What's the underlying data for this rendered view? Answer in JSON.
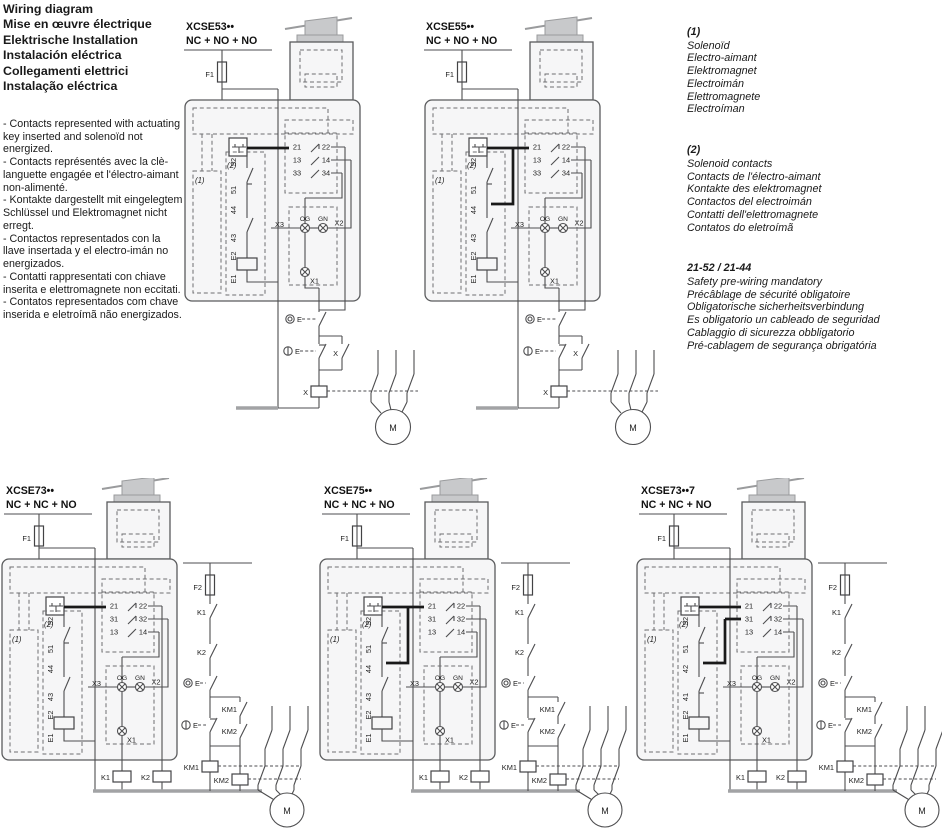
{
  "page": {
    "headings": [
      "Wiring diagram",
      "Mise en œuvre électrique",
      "Elektrische Installation",
      "Instalación eléctrica",
      "Collegamenti elettrici",
      "Instalação eléctrica"
    ],
    "notes": [
      "- Contacts represented with actuating key inserted and solenoïd not energized.",
      "- Contacts représentés avec la clè-languette engagée et l'électro-aimant non-alimenté.",
      "- Kontakte dargestellt mit eingelegtem Schlüssel und Elektromagnet nicht erregt.",
      "- Contactos representados con la llave insertada y el electro-imán no energizados.",
      "- Contatti rappresentati con chiave inserita e elettromagnete non eccitati.",
      "- Contatos representados com chave inserida e eletroímã não energizados."
    ]
  },
  "legend": {
    "sections": [
      {
        "label": "(1)",
        "lines": [
          "Solenoïd",
          "Electro-aimant",
          "Elektromagnet",
          "Electroimán",
          "Elettromagnete",
          "Electroíman"
        ]
      },
      {
        "label": "(2)",
        "lines": [
          "Solenoid contacts",
          "Contacts de l'électro-aimant",
          "Kontakte des elektromagnet",
          "Contactos del electroimán",
          "Contatti dell'elettromagnete",
          "Contatos do eletroímã"
        ]
      },
      {
        "label": "21-52 / 21-44",
        "lines": [
          "Safety pre-wiring mandatory",
          "Précâblage de sécurité obligatoire",
          "Obligatorische sicherheitsverbindung",
          "Es obligatorio un cableado de seguridad",
          "Cablaggio di sicurezza obbligatorio",
          "Pré-cablagem de segurança obrigatória"
        ]
      }
    ]
  },
  "diagrams": [
    {
      "id": "xcse53",
      "title": "XCSE53••",
      "subtitle": "NC + NO + NO",
      "fuse": "F1",
      "ref1": "(1)",
      "ref2": "(2)",
      "terminals": [
        "52",
        "51",
        "44",
        "43",
        "E2",
        "E1"
      ],
      "terminal_contact_types": [
        "NC",
        "NO"
      ],
      "contact_rows": [
        {
          "left": "21",
          "right": "22",
          "type": "NC"
        },
        {
          "left": "13",
          "right": "14",
          "type": "NO"
        },
        {
          "left": "33",
          "right": "34",
          "type": "NO"
        }
      ],
      "lamps": {
        "x3": "X3",
        "og": "OG",
        "gn": "GN",
        "x2": "X2",
        "x1": "X1"
      },
      "bold_link": "21-52",
      "external": {
        "type": "relay",
        "start_button": "E",
        "stop_button": "E",
        "hold_contact": "X",
        "coil": "X",
        "motor": "M"
      }
    },
    {
      "id": "xcse55",
      "title": "XCSE55••",
      "subtitle": "NC + NO + NO",
      "fuse": "F1",
      "ref1": "(1)",
      "ref2": "(2)",
      "terminals": [
        "52",
        "51",
        "44",
        "43",
        "E2",
        "E1"
      ],
      "terminal_contact_types": [
        "NC",
        "NO"
      ],
      "contact_rows": [
        {
          "left": "21",
          "right": "22",
          "type": "NC"
        },
        {
          "left": "13",
          "right": "14",
          "type": "NO"
        },
        {
          "left": "33",
          "right": "34",
          "type": "NO"
        }
      ],
      "lamps": {
        "x3": "X3",
        "og": "OG",
        "gn": "GN",
        "x2": "X2",
        "x1": "X1"
      },
      "bold_link": "21-44",
      "external": {
        "type": "relay",
        "start_button": "E",
        "stop_button": "E",
        "hold_contact": "X",
        "coil": "X",
        "motor": "M"
      }
    },
    {
      "id": "xcse73",
      "title": "XCSE73••",
      "subtitle": "NC + NC + NO",
      "fuse": "F1",
      "ref1": "(1)",
      "ref2": "(2)",
      "terminals": [
        "52",
        "51",
        "44",
        "43",
        "E2",
        "E1"
      ],
      "terminal_contact_types": [
        "NC",
        "NO"
      ],
      "contact_rows": [
        {
          "left": "21",
          "right": "22",
          "type": "NC"
        },
        {
          "left": "31",
          "right": "32",
          "type": "NC"
        },
        {
          "left": "13",
          "right": "14",
          "type": "NO"
        }
      ],
      "lamps": {
        "x3": "X3",
        "og": "OG",
        "gn": "GN",
        "x2": "X2",
        "x1": "X1"
      },
      "bold_link": "21-52",
      "relay_coils": [
        "K1",
        "K2"
      ],
      "external": {
        "type": "dual",
        "fuse": "F2",
        "relay_contacts": [
          "K1",
          "K2"
        ],
        "start_button": "E",
        "stop_button": "E",
        "km_contacts": [
          "KM1",
          "KM2"
        ],
        "km_coils": [
          "KM1",
          "KM2"
        ],
        "motor": "M"
      }
    },
    {
      "id": "xcse75",
      "title": "XCSE75••",
      "subtitle": "NC + NC + NO",
      "fuse": "F1",
      "ref1": "(1)",
      "ref2": "(2)",
      "terminals": [
        "52",
        "51",
        "44",
        "43",
        "E2",
        "E1"
      ],
      "terminal_contact_types": [
        "NC",
        "NO"
      ],
      "contact_rows": [
        {
          "left": "21",
          "right": "22",
          "type": "NC"
        },
        {
          "left": "31",
          "right": "32",
          "type": "NC"
        },
        {
          "left": "13",
          "right": "14",
          "type": "NO"
        }
      ],
      "lamps": {
        "x3": "X3",
        "og": "OG",
        "gn": "GN",
        "x2": "X2",
        "x1": "X1"
      },
      "bold_link": "21-44",
      "relay_coils": [
        "K1",
        "K2"
      ],
      "external": {
        "type": "dual",
        "fuse": "F2",
        "relay_contacts": [
          "K1",
          "K2"
        ],
        "start_button": "E",
        "stop_button": "E",
        "km_contacts": [
          "KM1",
          "KM2"
        ],
        "km_coils": [
          "KM1",
          "KM2"
        ],
        "motor": "M"
      }
    },
    {
      "id": "xcse73_7",
      "title": "XCSE73••7",
      "subtitle": "NC + NC + NO",
      "fuse": "F1",
      "ref1": "(1)",
      "ref2": "(2)",
      "terminals": [
        "52",
        "51",
        "42",
        "41",
        "E2",
        "E1"
      ],
      "terminal_contact_types": [
        "NC",
        "NC"
      ],
      "contact_rows": [
        {
          "left": "21",
          "right": "22",
          "type": "NC"
        },
        {
          "left": "31",
          "right": "32",
          "type": "NC"
        },
        {
          "left": "13",
          "right": "14",
          "type": "NO"
        }
      ],
      "lamps": {
        "x3": "X3",
        "og": "OG",
        "gn": "GN",
        "x2": "X2",
        "x1": "X1"
      },
      "bold_link": "21-52 / 31-42",
      "relay_coils": [
        "K1",
        "K2"
      ],
      "external": {
        "type": "dual",
        "fuse": "F2",
        "relay_contacts": [
          "K1",
          "K2"
        ],
        "start_button": "E",
        "stop_button": "E",
        "km_contacts": [
          "KM1",
          "KM2"
        ],
        "km_coils": [
          "KM1",
          "KM2"
        ],
        "motor": "M"
      }
    }
  ]
}
